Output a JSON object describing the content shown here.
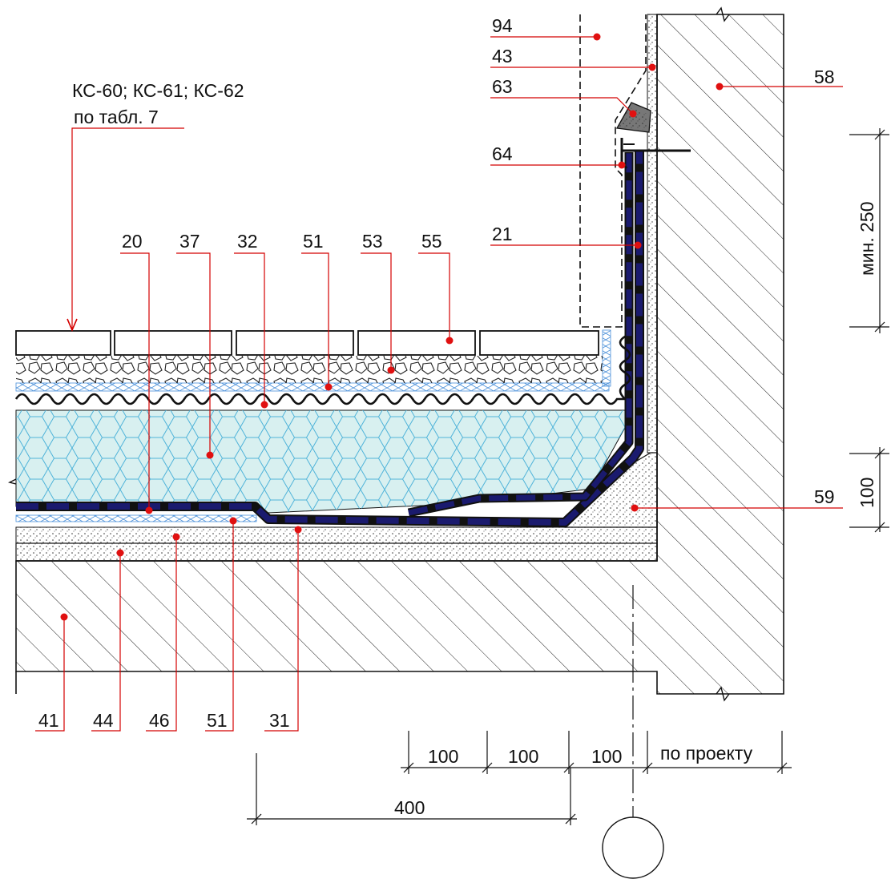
{
  "note": {
    "line1": "КС-60; КС-61; КС-62",
    "line2": "по табл. 7"
  },
  "callouts_top": [
    {
      "id": "20",
      "text": "20"
    },
    {
      "id": "37",
      "text": "37"
    },
    {
      "id": "32",
      "text": "32"
    },
    {
      "id": "51a",
      "text": "51"
    },
    {
      "id": "53",
      "text": "53"
    },
    {
      "id": "55",
      "text": "55"
    }
  ],
  "callouts_right_group": [
    {
      "id": "94",
      "text": "94"
    },
    {
      "id": "43",
      "text": "43"
    },
    {
      "id": "63",
      "text": "63"
    },
    {
      "id": "64",
      "text": "64"
    },
    {
      "id": "21",
      "text": "21"
    }
  ],
  "callouts_wall": [
    {
      "id": "58",
      "text": "58"
    },
    {
      "id": "59",
      "text": "59"
    }
  ],
  "callouts_bottom": [
    {
      "id": "41",
      "text": "41"
    },
    {
      "id": "44",
      "text": "44"
    },
    {
      "id": "46",
      "text": "46"
    },
    {
      "id": "51b",
      "text": "51"
    },
    {
      "id": "31",
      "text": "31"
    }
  ],
  "dimensions": {
    "min250": "мин. 250",
    "d100_right": "100",
    "d100_a": "100",
    "d100_b": "100",
    "d100_c": "100",
    "po_proektu": "по проекту",
    "d400": "400"
  },
  "colors": {
    "leader": "#d40000",
    "dot": "#e01010",
    "membrane": "#1a1a6e",
    "insulation_fill": "#d8f0f0",
    "insulation_hex": "#4fb3d9",
    "drain_blue": "#4a90d9",
    "line": "#111111"
  }
}
